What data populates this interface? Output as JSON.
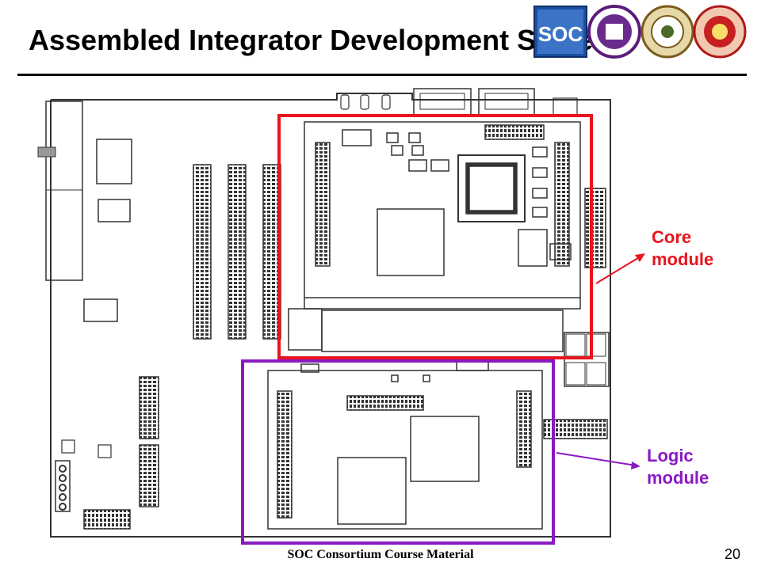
{
  "slide": {
    "title": "Assembled Integrator Development System",
    "footer": "SOC Consortium Course Material",
    "page_number": "20"
  },
  "logos": {
    "soc_logo_text": "SOC",
    "items": [
      "soc-consortium-logo",
      "university-seal-logo",
      "university-crest-logo",
      "university-emblem-logo"
    ]
  },
  "annotations": {
    "core": {
      "line1": "Core",
      "line2": "module",
      "color": "#e8141e"
    },
    "logic": {
      "line1": "Logic",
      "line2": "module",
      "color": "#8a19c4"
    }
  },
  "colors": {
    "board_outline": "#333333",
    "core_box": "#e8141e",
    "logic_box": "#8a19c4"
  }
}
